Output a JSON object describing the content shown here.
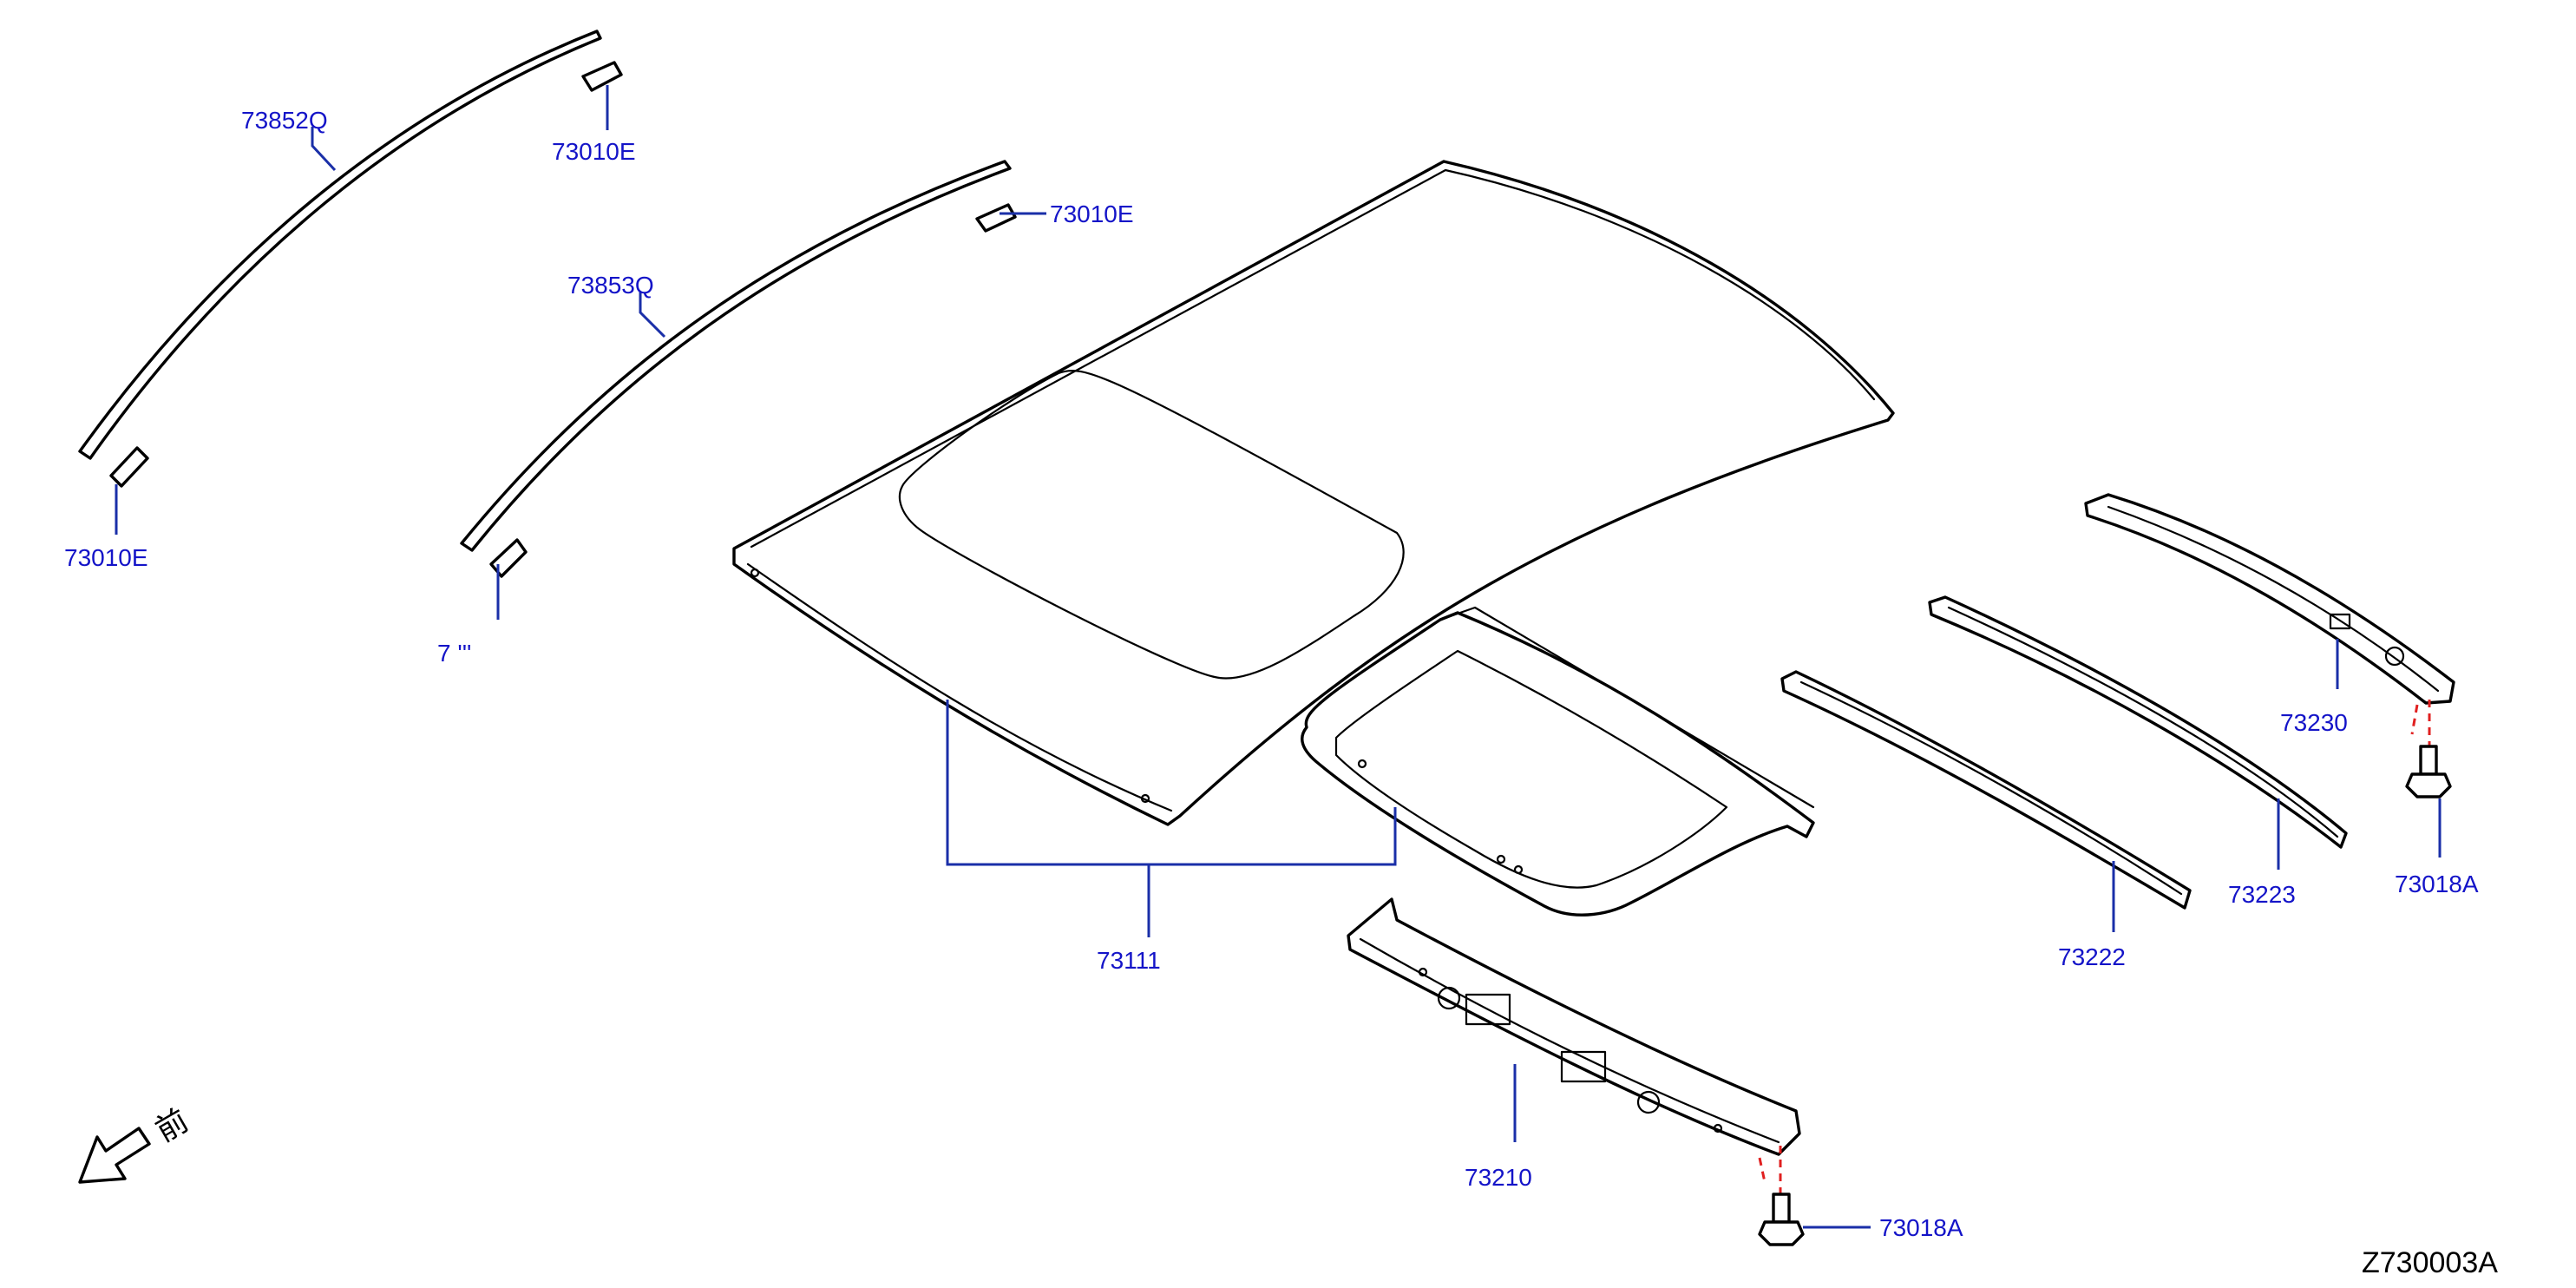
{
  "diagram_code": "Z730003A",
  "front_indicator": {
    "label": "前",
    "icon": "front-arrow-icon"
  },
  "callouts": {
    "p73852Q": "73852Q",
    "p73010E_a": "73010E",
    "p73010E_b": "73010E",
    "p73010E_c": "73010E",
    "p73853Q": "73853Q",
    "p73010E_d": "7 ''' ",
    "p73111": "73111",
    "p73210": "73210",
    "p73222": "73222",
    "p73223": "73223",
    "p73230": "73230",
    "p73018A_a": "73018A",
    "p73018A_b": "73018A"
  },
  "colors": {
    "leader": "#1a2fa8",
    "callout_text": "#1414c8",
    "fastener_guide": "#e02020",
    "line_art": "#000000"
  }
}
